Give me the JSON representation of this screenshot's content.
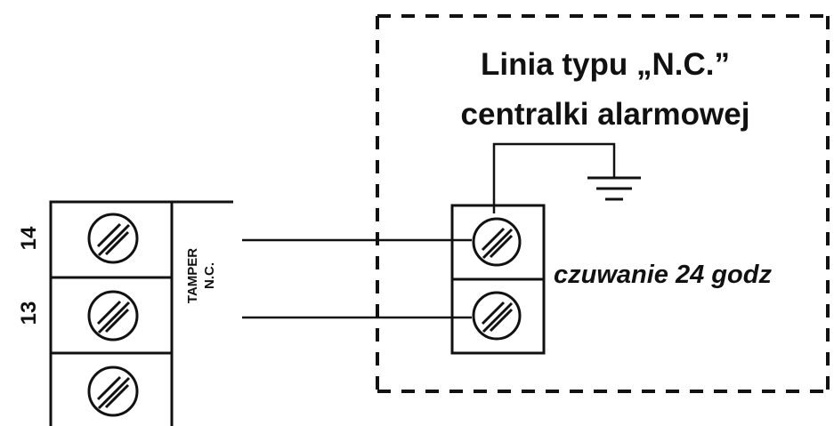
{
  "panel": {
    "title_line1": "Linia typu „N.C.”",
    "title_line2": "centralki alarmowej",
    "mode_label": "czuwanie 24 godz"
  },
  "device": {
    "terminal_14": "14",
    "terminal_13": "13",
    "tamper_label": "TAMPER",
    "tamper_type": "N.C."
  },
  "icons": {
    "ground": "ground-symbol-icon",
    "screw": "screw-terminal-icon"
  },
  "colors": {
    "line": "#111111",
    "background": "#ffffff"
  }
}
